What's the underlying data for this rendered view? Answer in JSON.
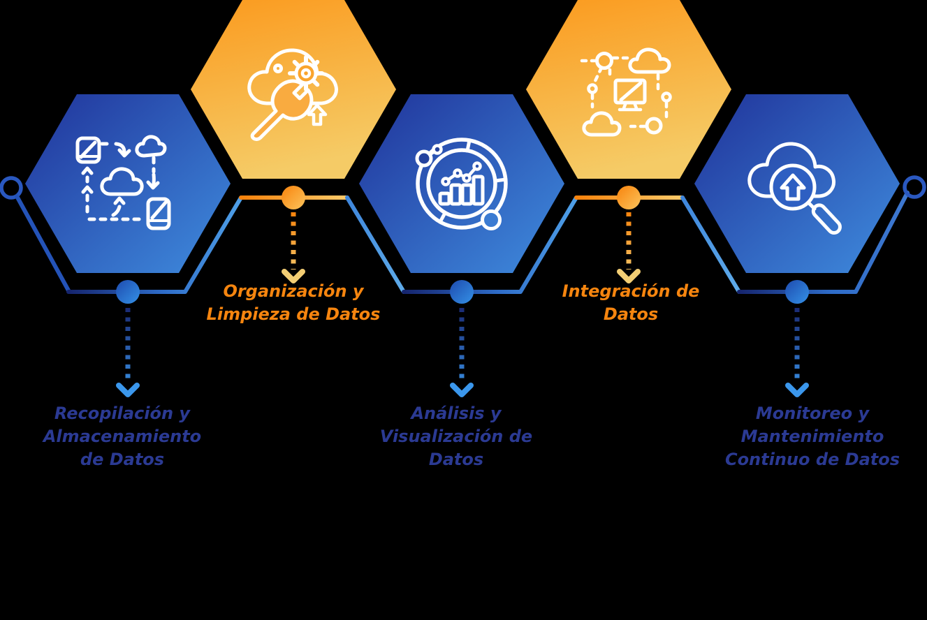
{
  "diagram": {
    "description_labels": "5-step hexagon data process flow",
    "steps": [
      {
        "index": 1,
        "label": "Recopilación y\nAlmacenamiento\nde Datos",
        "color": "blue",
        "icon": "data-sync-icon"
      },
      {
        "index": 2,
        "label": "Organización y\nLimpieza de Datos",
        "color": "orange",
        "icon": "cloud-gear-wrench-icon"
      },
      {
        "index": 3,
        "label": "Análisis y\nVisualización de\nDatos",
        "color": "blue",
        "icon": "analytics-ring-chart-icon"
      },
      {
        "index": 4,
        "label": "Integración de\nDatos",
        "color": "orange",
        "icon": "device-cloud-network-icon"
      },
      {
        "index": 5,
        "label": "Monitoreo y\nMantenimiento\nContinuo de Datos",
        "color": "blue",
        "icon": "cloud-search-icon"
      }
    ],
    "palette": {
      "background": "#000000",
      "hex_blue_dark": "#20339A",
      "hex_blue_light": "#3F8CDE",
      "hex_orange_dark": "#FB9A1E",
      "hex_orange_light": "#F5CB66",
      "label_blue": "#2B3A93",
      "label_orange": "#F6850F",
      "line_navy": "#16256E",
      "line_bright_blue": "#4FA0E8",
      "arrow_blue": "#3B97EC",
      "arrow_yellow": "#F3CE74",
      "icon_stroke": "#FFFFFF"
    }
  }
}
